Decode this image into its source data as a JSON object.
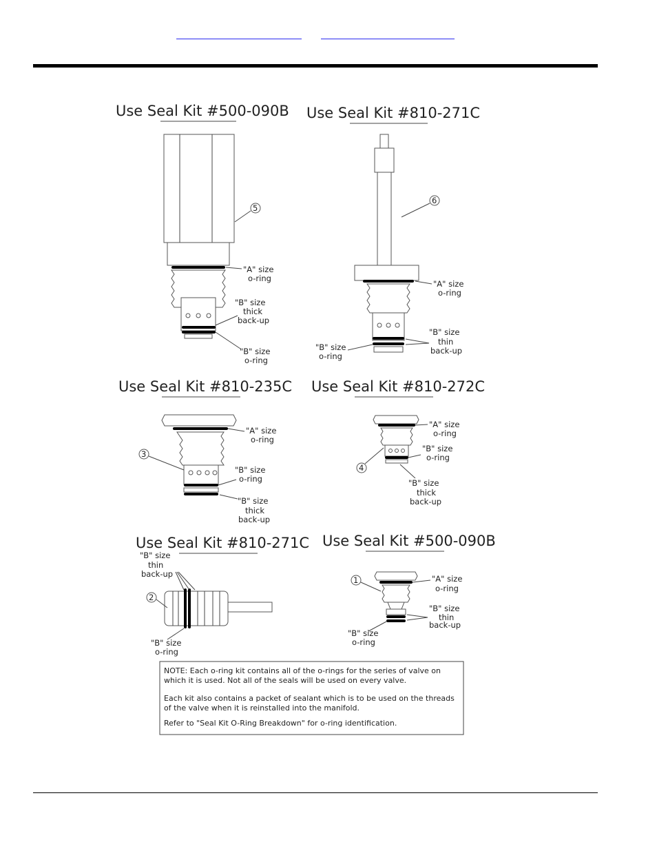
{
  "header": {
    "links": [
      "",
      ""
    ]
  },
  "diagram": {
    "panels": [
      {
        "title": "Use Seal Kit #500-090B",
        "callout": "5",
        "labels": [
          [
            "\"A\" size",
            "o-ring"
          ],
          [
            "\"B\" size",
            "thick",
            "back-up"
          ],
          [
            "\"B\" size",
            "o-ring"
          ]
        ]
      },
      {
        "title": "Use Seal Kit #810-271C",
        "callout": "6",
        "labels": [
          [
            "\"A\" size",
            "o-ring"
          ],
          [
            "\"B\" size",
            "thin",
            "back-up"
          ],
          [
            "\"B\" size",
            "o-ring"
          ]
        ]
      },
      {
        "title": "Use Seal Kit #810-235C",
        "callout": "3",
        "labels": [
          [
            "\"A\" size",
            "o-ring"
          ],
          [
            "\"B\" size",
            "o-ring"
          ],
          [
            "\"B\" size",
            "thick",
            "back-up"
          ]
        ]
      },
      {
        "title": "Use Seal Kit #810-272C",
        "callout": "4",
        "labels": [
          [
            "\"A\" size",
            "o-ring"
          ],
          [
            "\"B\" size",
            "o-ring"
          ],
          [
            "\"B\" size",
            "thick",
            "back-up"
          ]
        ]
      },
      {
        "title": "Use Seal Kit #810-271C",
        "callout": "2",
        "labels": [
          [
            "\"B\" size",
            "thin",
            "back-up"
          ],
          [
            "\"B\" size",
            "o-ring"
          ]
        ]
      },
      {
        "title": "Use Seal Kit #500-090B",
        "callout": "1",
        "labels": [
          [
            "\"A\" size",
            "o-ring"
          ],
          [
            "\"B\" size",
            "thin",
            "back-up"
          ],
          [
            "\"B\" size",
            "o-ring"
          ]
        ]
      }
    ],
    "note": {
      "lines": [
        "NOTE: Each o-ring kit contains all of the o-rings for the series of valve on",
        "which it is used.  Not all of the seals will be used on every valve.",
        "Each kit also contains a packet of sealant which is to be used on the threads",
        "of the valve when it is reinstalled into the manifold.",
        "Refer to \"Seal Kit O-Ring Breakdown\" for o-ring identification."
      ]
    }
  }
}
